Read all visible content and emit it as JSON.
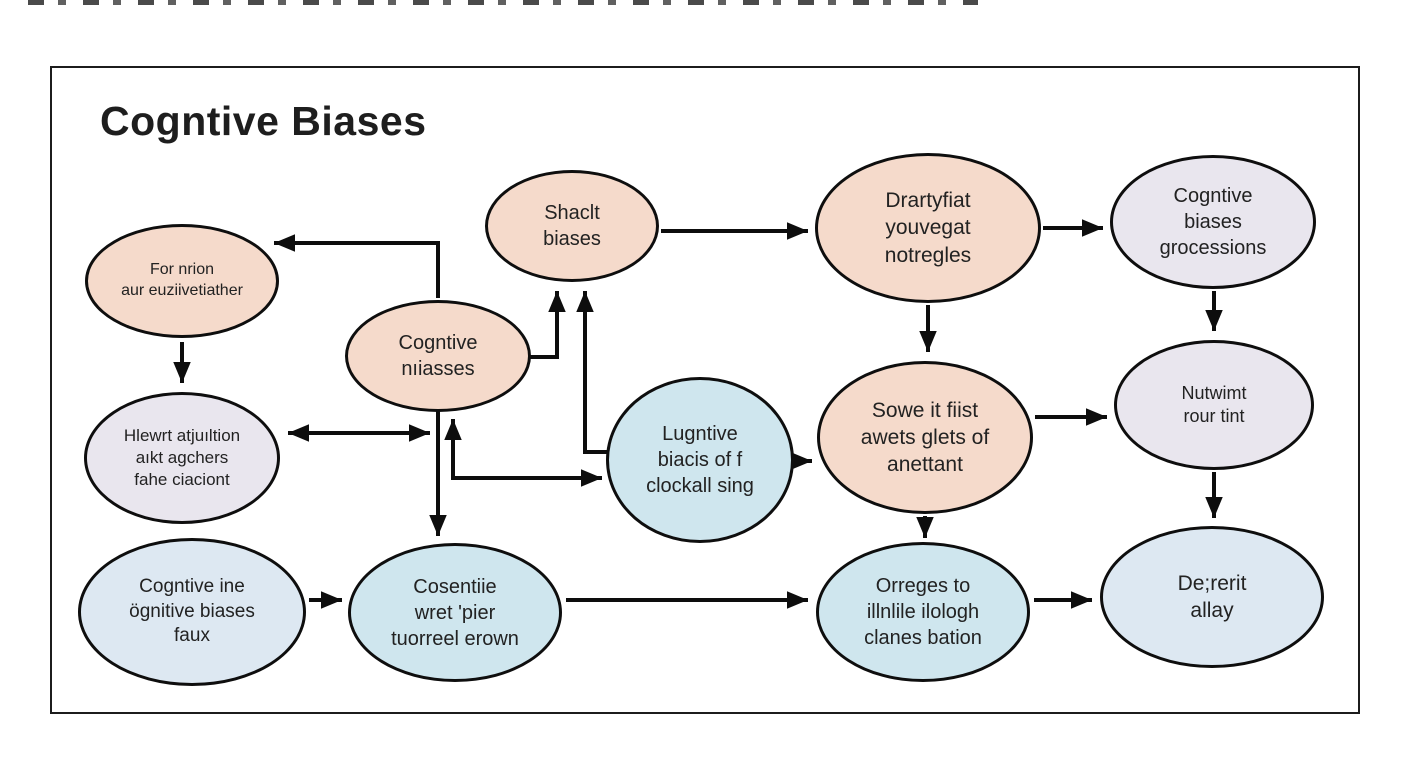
{
  "title": "Cogntive Biases",
  "palette": {
    "salmon": "#f5dacb",
    "lavender": "#e9e6ee",
    "blue": "#cfe6ee",
    "pale_blue": "#dde8f2",
    "stroke": "#0e0e0e",
    "arrow": "#0d0d0d"
  },
  "nodes": [
    {
      "id": "for-nrion",
      "label": "For nrion\naur euziivetiather"
    },
    {
      "id": "hlewrt",
      "label": "Hlewrt atjuıltion\naıkt agchers\nfahe ciaciont"
    },
    {
      "id": "cogntive-ine",
      "label": "Cogntive ine\nögnitive biases\nfaux"
    },
    {
      "id": "cogntive-niiasses",
      "label": "Cogntive\nnıiasses"
    },
    {
      "id": "cosentiie",
      "label": "Cosentiie\nwret 'pier\ntuorreel erown"
    },
    {
      "id": "shaclt",
      "label": "Shaclt\nbiases"
    },
    {
      "id": "lugntive",
      "label": "Lugntive\nbiacis of f\nclockall sing"
    },
    {
      "id": "drartyfiat",
      "label": "Drartyfiat\nyouvegat\nnotregles"
    },
    {
      "id": "sowe",
      "label": "Sowe it fiist\nawets glets of\nanettant"
    },
    {
      "id": "orreges",
      "label": "Orreges to\nillnlile ilologh\nclanes bation"
    },
    {
      "id": "grocessions",
      "label": "Cogntive\nbiases\ngrocessions"
    },
    {
      "id": "nutwimt",
      "label": "Nutwimt\nrour tint"
    },
    {
      "id": "dererit",
      "label": "De;rerit\nallay"
    }
  ],
  "edges": [
    {
      "from": "cogntive-niiasses",
      "to": "for-nrion",
      "style": "elbow-left"
    },
    {
      "from": "for-nrion",
      "to": "hlewrt",
      "style": "down"
    },
    {
      "from": "hlewrt",
      "to": "cogntive-niiasses",
      "style": "double-horizontal"
    },
    {
      "from": "cogntive-niiasses",
      "to": "cosentiie",
      "style": "down"
    },
    {
      "from": "cogntive-niiasses",
      "to": "shaclt",
      "style": "elbow-up"
    },
    {
      "from": "lugntive",
      "to": "cogntive-niiasses",
      "style": "double-elbow"
    },
    {
      "from": "lugntive",
      "to": "shaclt",
      "style": "elbow-up"
    },
    {
      "from": "shaclt",
      "to": "drartyfiat",
      "style": "right"
    },
    {
      "from": "drartyfiat",
      "to": "grocessions",
      "style": "right"
    },
    {
      "from": "drartyfiat",
      "to": "sowe",
      "style": "down"
    },
    {
      "from": "grocessions",
      "to": "nutwimt",
      "style": "down"
    },
    {
      "from": "sowe",
      "to": "nutwimt",
      "style": "right"
    },
    {
      "from": "nutwimt",
      "to": "dererit",
      "style": "down"
    },
    {
      "from": "sowe",
      "to": "orreges",
      "style": "down"
    },
    {
      "from": "lugntive",
      "to": "sowe",
      "style": "right"
    },
    {
      "from": "cogntive-ine",
      "to": "cosentiie",
      "style": "right"
    },
    {
      "from": "cosentiie",
      "to": "orreges",
      "style": "right"
    },
    {
      "from": "orreges",
      "to": "dererit",
      "style": "right"
    }
  ]
}
